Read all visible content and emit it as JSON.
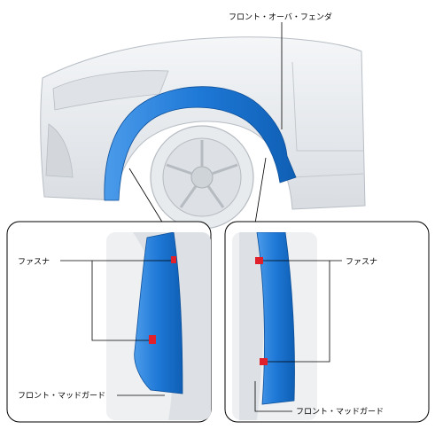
{
  "labels": {
    "top_part": "フロント・オーバ・フェンダ",
    "left_fastener": "ファスナ",
    "left_mudguard": "フロント・マッドガード",
    "right_fastener": "ファスナ",
    "right_mudguard": "フロント・マッドガード"
  },
  "colors": {
    "highlight_part": "#1e78d6",
    "fastener": "#e0202a",
    "car_body": "#e9ecef",
    "line": "#000000"
  }
}
